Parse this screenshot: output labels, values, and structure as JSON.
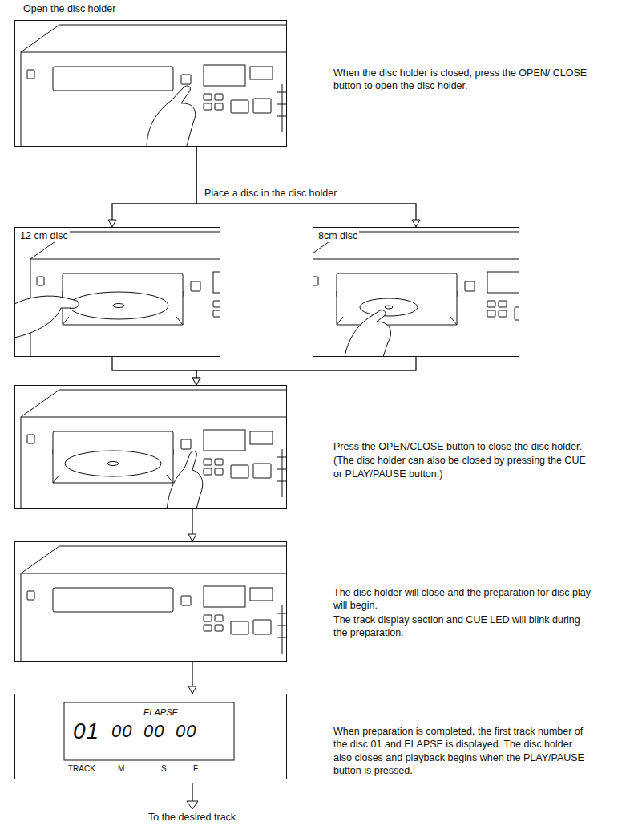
{
  "diagram": {
    "nodes": [
      {
        "text": [
          "Open the disc holder",
          "When the disc holder is closed, press the OPEN/ CLOSE button to open the disc holder."
        ]
      },
      {
        "text": [
          "12 cm disc"
        ]
      },
      {
        "text": [
          "8cm disc"
        ]
      },
      {
        "text": [
          "Press the OPEN/CLOSE button to close the disc holder.",
          "(The disc holder can also be closed by pressing the CUE or PLAY/PAUSE button.)"
        ]
      },
      {
        "text": [
          "The disc holder will close and the preparation for disc play will begin.",
          "The track display section and CUE LED will blink during the preparation."
        ]
      },
      {
        "text": [
          "ELAPSE",
          "01",
          "00",
          "00",
          "00",
          "TRACK",
          "M",
          "S",
          "F",
          "When preparation is completed, the first track number of the disc 01 and ELAPSE is displayed. The disc holder also closes and playback begins when the PLAY/PAUSE button is pressed."
        ]
      }
    ],
    "edges": [
      {
        "from": 0,
        "to": 1,
        "arrow": "to"
      },
      {
        "from": 0,
        "to": 2,
        "arrow": "to"
      },
      {
        "from": 1,
        "to": 3,
        "arrow": "to"
      },
      {
        "from": 2,
        "to": 3,
        "arrow": "to"
      },
      {
        "from": 3,
        "to": 4,
        "arrow": "to"
      },
      {
        "from": 4,
        "to": 5,
        "arrow": "to"
      }
    ],
    "labels": [
      "Place a disc in the disc holder",
      "To the desired track"
    ]
  }
}
